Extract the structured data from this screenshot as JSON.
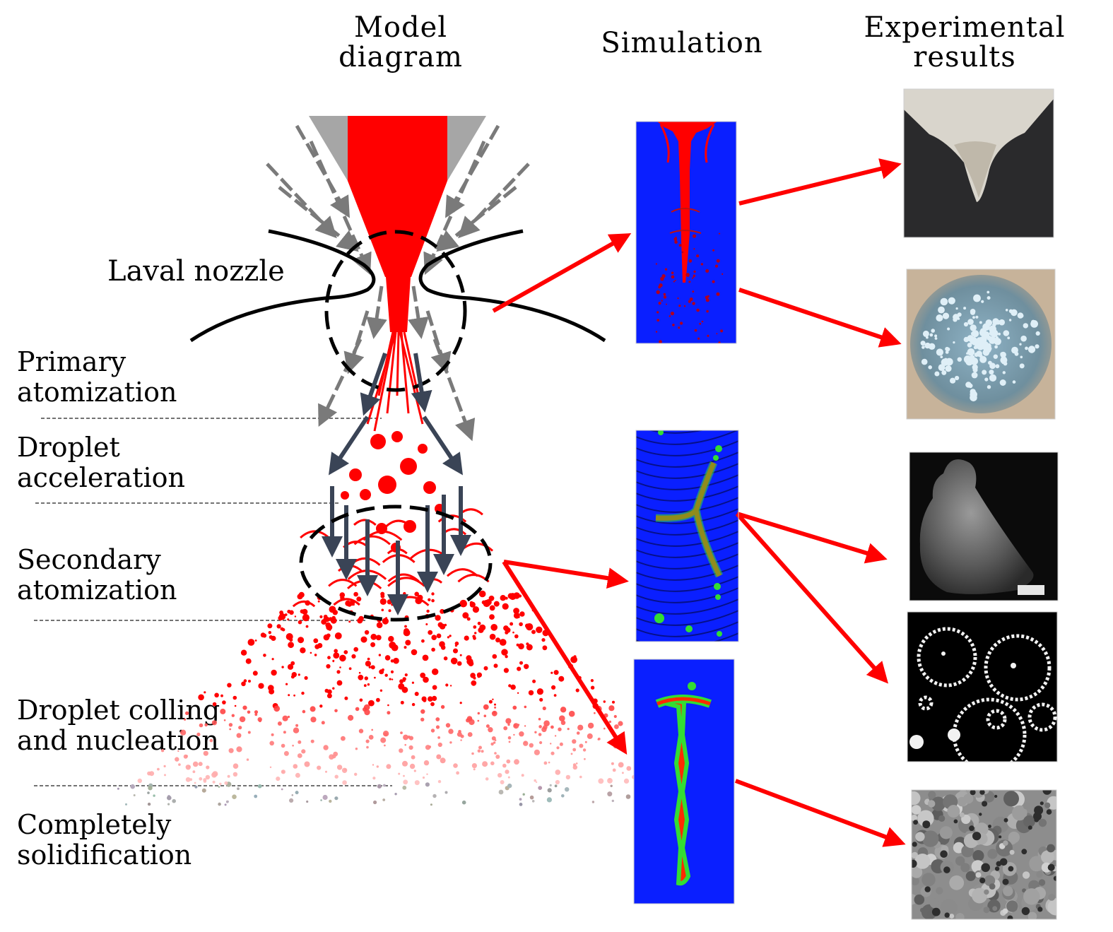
{
  "headers": {
    "model": [
      "Model",
      "diagram"
    ],
    "simulation": "Simulation",
    "experimental": [
      "Experimental",
      "results"
    ]
  },
  "nozzle_label": "Laval nozzle",
  "stages": [
    {
      "id": "primary",
      "lines": [
        "Primary",
        "atomization"
      ]
    },
    {
      "id": "acceleration",
      "lines": [
        "Droplet",
        "acceleration"
      ]
    },
    {
      "id": "secondary",
      "lines": [
        "Secondary",
        "atomization"
      ]
    },
    {
      "id": "cooling",
      "lines": [
        "Droplet colling",
        "and nucleation"
      ]
    },
    {
      "id": "solidification",
      "lines": [
        "Completely",
        "solidification"
      ]
    }
  ],
  "colors": {
    "melt": "#ff0000",
    "gas_arrow": "#7a7a7a",
    "accel_arrow": "#3a4456",
    "sim_background": "#0a1fff",
    "link_arrow": "#ff0000",
    "nozzle_wall": "#000000",
    "nozzle_cap": "#a6a6a6"
  }
}
